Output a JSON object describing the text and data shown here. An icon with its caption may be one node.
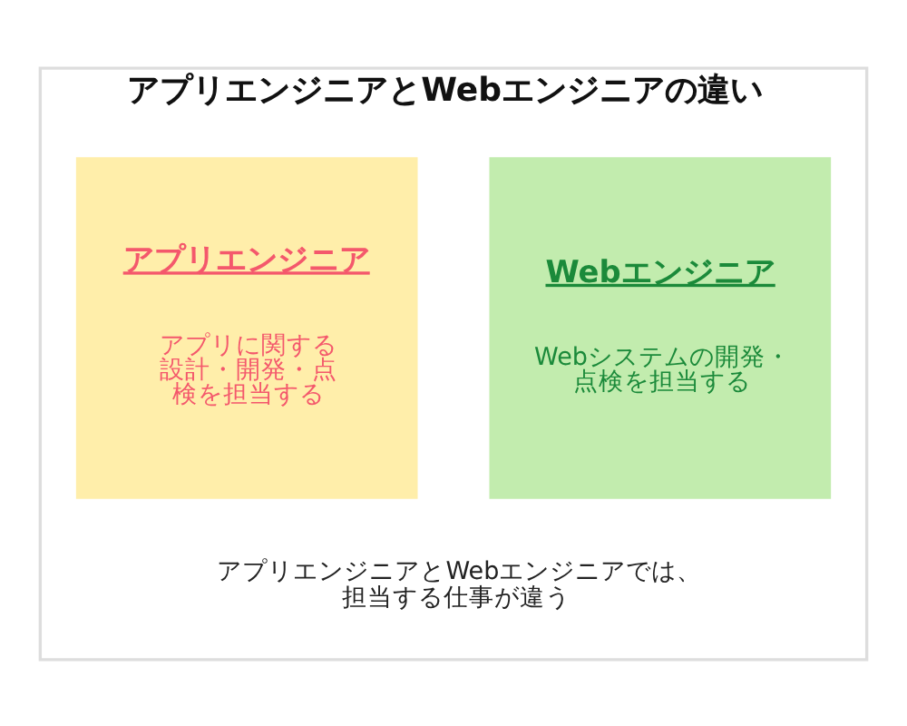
{
  "diagram": {
    "nodes": [
      {
        "text": [
          "アプリエンジニアとWebエンジニアの違い"
        ]
      },
      {
        "text": [
          "アプリエンジニア",
          "アプリに関する設計・開発・点検を担当する"
        ],
        "in": 0
      },
      {
        "text": [
          "Webエンジニア",
          "Webシステムの開発・点検を担当する"
        ],
        "in": 0
      }
    ],
    "labels": [
      "アプリエンジニアとWebエンジニアでは、担当する仕事が違う"
    ]
  }
}
